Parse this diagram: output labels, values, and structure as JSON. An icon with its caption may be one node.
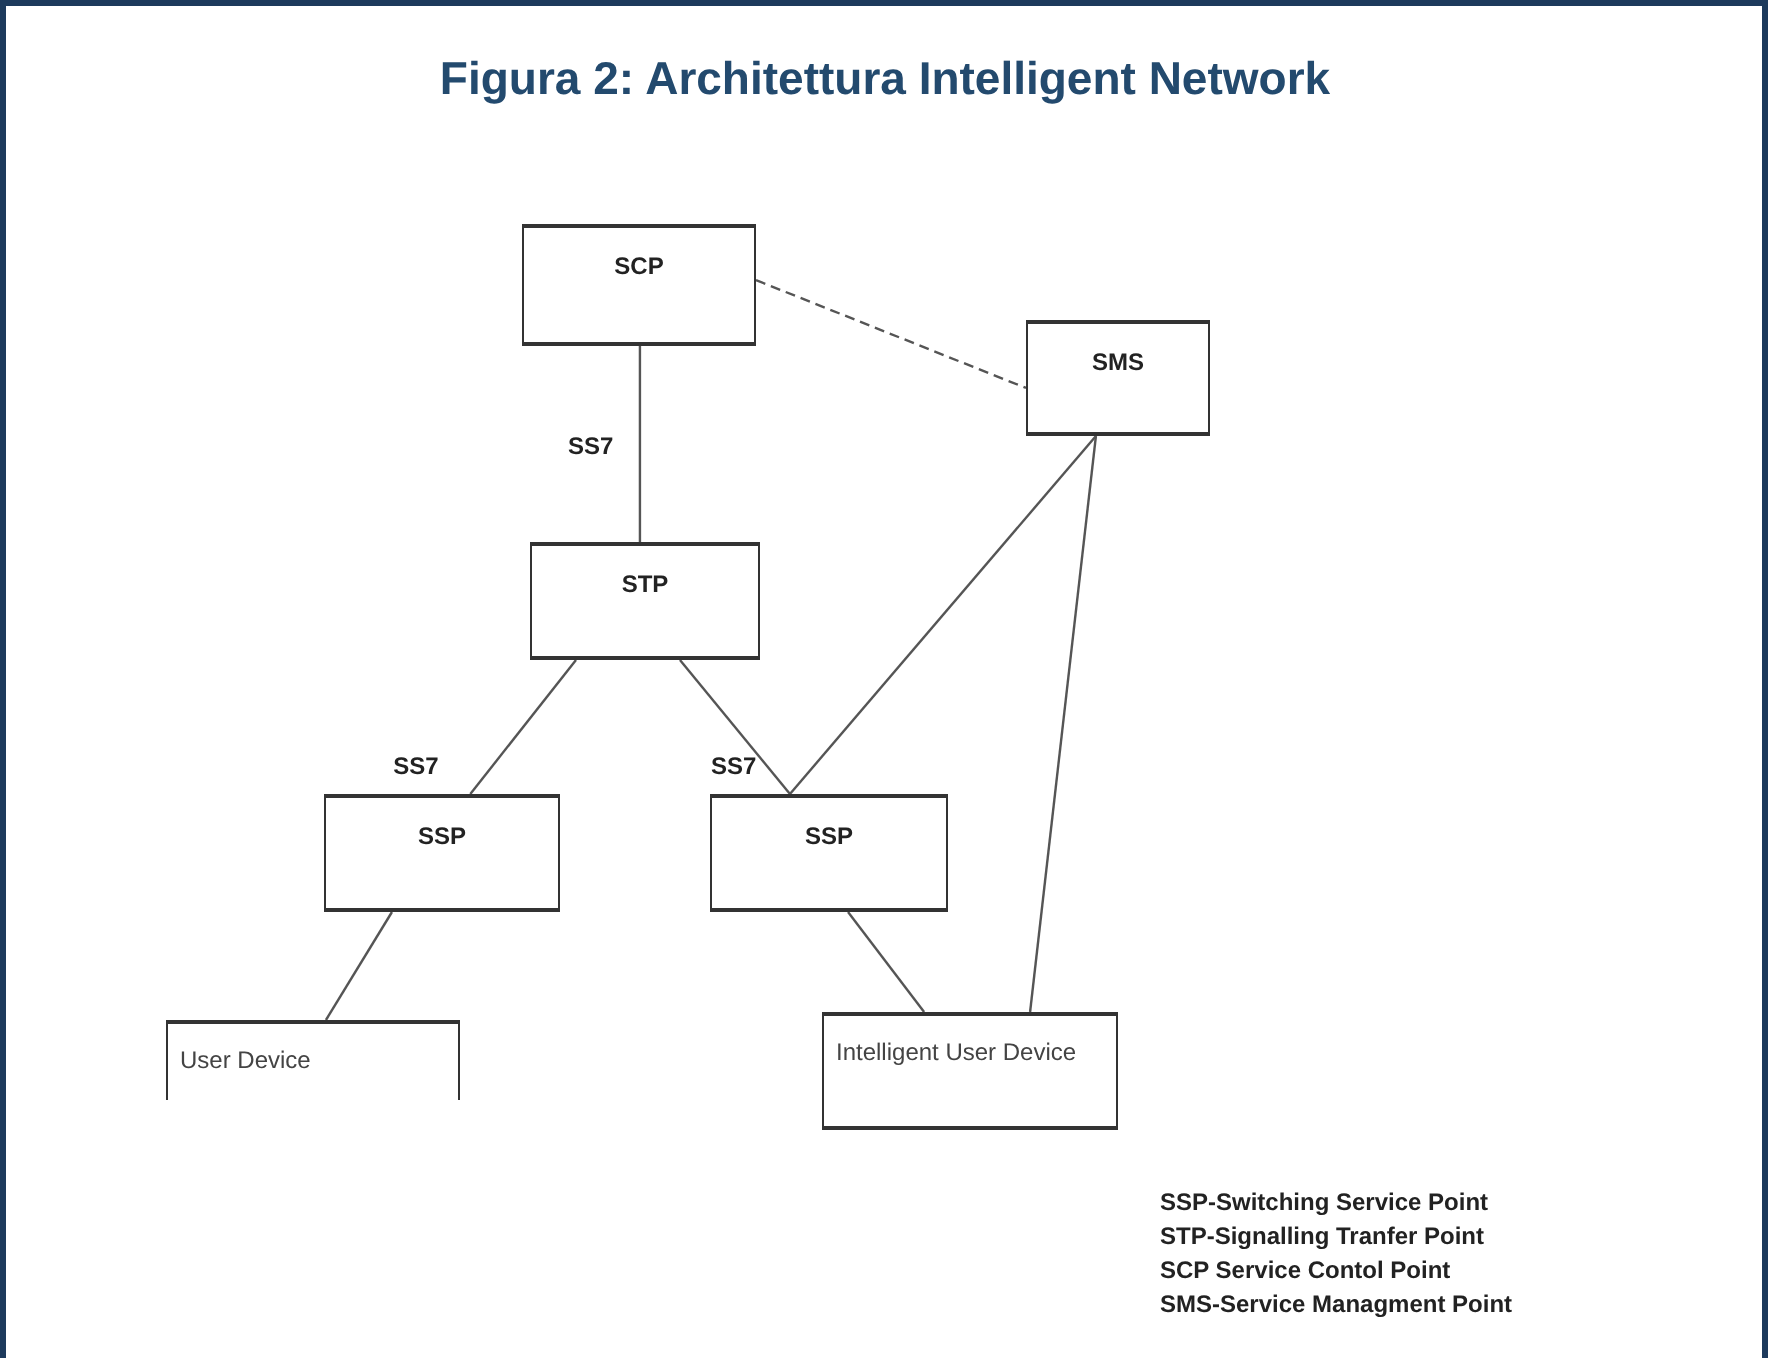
{
  "diagram": {
    "title": "Figura 2: Architettura Intelligent Network",
    "nodes": [
      {
        "text": [
          "SCP"
        ]
      },
      {
        "text": [
          "SMS"
        ]
      },
      {
        "text": [
          "STP"
        ]
      },
      {
        "text": [
          "SSP"
        ]
      },
      {
        "text": [
          "SSP"
        ]
      },
      {
        "text": [
          "User Device"
        ]
      },
      {
        "text": [
          "Intelligent User Device"
        ]
      }
    ],
    "edges": [
      {
        "from": 0,
        "to": 2,
        "arrow": "none",
        "label": "SS7"
      },
      {
        "from": 0,
        "to": 1,
        "arrow": "none",
        "style": "dashed"
      },
      {
        "from": 2,
        "to": 3,
        "arrow": "none",
        "label": "SS7"
      },
      {
        "from": 2,
        "to": 4,
        "arrow": "none",
        "label": "SS7"
      },
      {
        "from": 1,
        "to": 4,
        "arrow": "none"
      },
      {
        "from": 1,
        "to": 6,
        "arrow": "none"
      },
      {
        "from": 3,
        "to": 5,
        "arrow": "none"
      },
      {
        "from": 4,
        "to": 6,
        "arrow": "none"
      }
    ],
    "labels": [
      "SSP-Switching Service Point",
      "STP-Signalling Tranfer Point",
      "SCP Service Contol Point",
      "SMS-Service Managment Point"
    ]
  }
}
